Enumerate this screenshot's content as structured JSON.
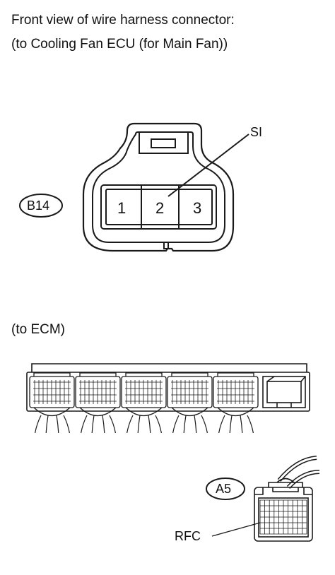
{
  "header": {
    "line1": "Front view of wire harness connector:",
    "line2": "(to Cooling Fan ECU (for Main Fan))"
  },
  "connector_b14": {
    "code": "B14",
    "pins": [
      "1",
      "2",
      "3"
    ],
    "callout": "SI"
  },
  "ecm": {
    "label": "(to ECM)"
  },
  "connector_a5": {
    "code": "A5",
    "callout": "RFC"
  },
  "colors": {
    "line": "#1a1a1a",
    "background": "#ffffff"
  }
}
